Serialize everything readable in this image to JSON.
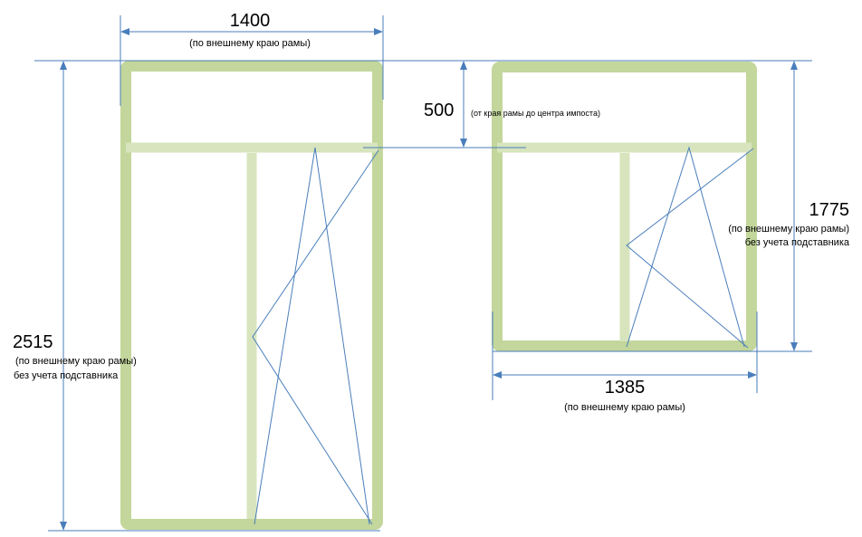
{
  "colors": {
    "frame": "#c3d69b",
    "impost": "#d7e4bd",
    "dimension_line": "#4a7ebb",
    "text": "#000000"
  },
  "door_unit": {
    "width_value": "1400",
    "width_note": "(по внешнему краю рамы)",
    "height_value": "2515",
    "height_note_1": "(по внешнему краю рамы)",
    "height_note_2": "без учета подставника",
    "transom_value": "500",
    "transom_note": "(от края рамы до центра импоста)"
  },
  "window_unit": {
    "width_value": "1385",
    "width_note": "(по внешнему  краю рамы)",
    "height_value": "1775",
    "height_note_1": "(по внешнему краю рамы)",
    "height_note_2": "без учета подставника"
  }
}
